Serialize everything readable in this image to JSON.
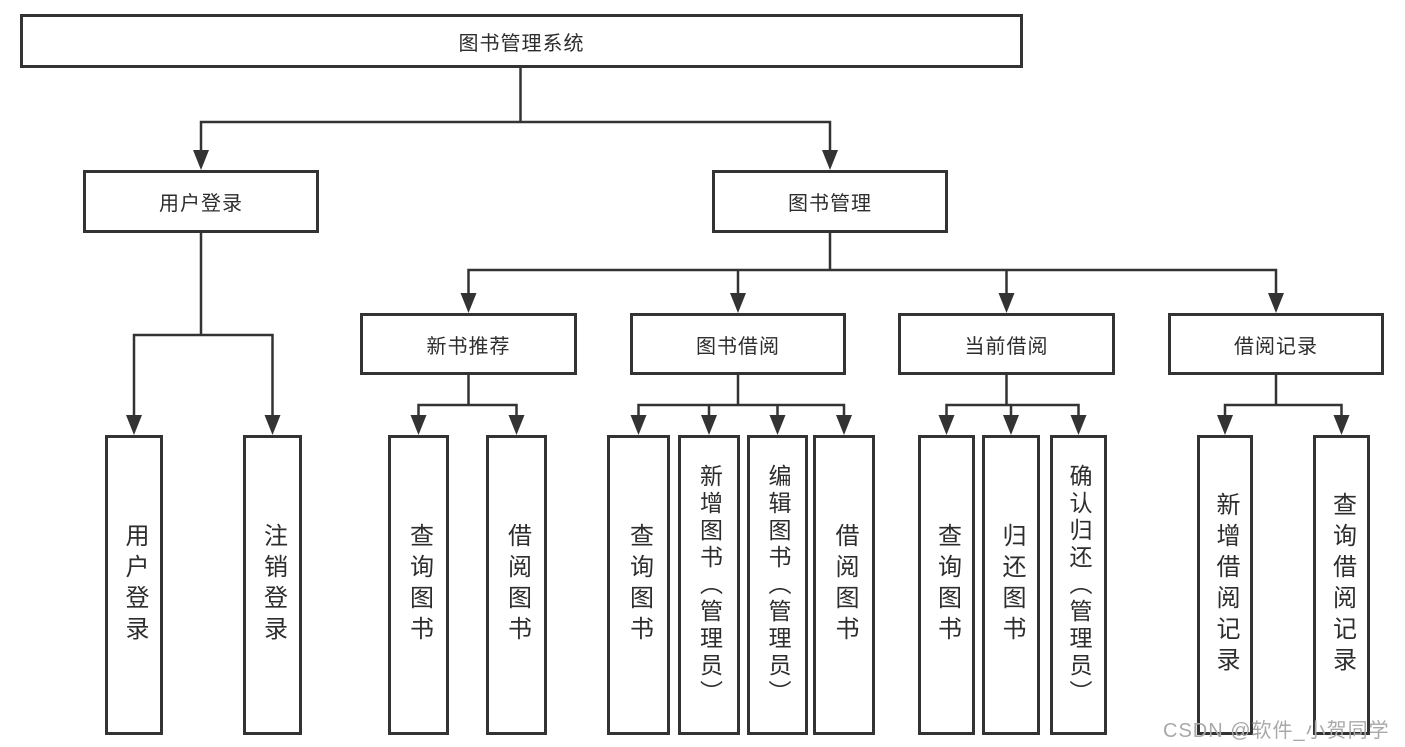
{
  "diagram_type": "hierarchy-tree",
  "root": {
    "label": "图书管理系统",
    "children": [
      {
        "label": "用户登录",
        "children": [
          {
            "label": "用户登录"
          },
          {
            "label": "注销登录"
          }
        ]
      },
      {
        "label": "图书管理",
        "children": [
          {
            "label": "新书推荐",
            "children": [
              {
                "label": "查询图书"
              },
              {
                "label": "借阅图书"
              }
            ]
          },
          {
            "label": "图书借阅",
            "children": [
              {
                "label": "查询图书"
              },
              {
                "label": "新增图书（管理员）"
              },
              {
                "label": "编辑图书（管理员）"
              },
              {
                "label": "借阅图书"
              }
            ]
          },
          {
            "label": "当前借阅",
            "children": [
              {
                "label": "查询图书"
              },
              {
                "label": "归还图书"
              },
              {
                "label": "确认归还（管理员）"
              }
            ]
          },
          {
            "label": "借阅记录",
            "children": [
              {
                "label": "新增借阅记录"
              },
              {
                "label": "查询借阅记录"
              }
            ]
          }
        ]
      }
    ]
  },
  "watermark": "CSDN @软件_小贺同学",
  "colors": {
    "line": "#333333",
    "text": "#2d2d2d",
    "watermark": "#a9a9a9",
    "background": "#ffffff"
  }
}
